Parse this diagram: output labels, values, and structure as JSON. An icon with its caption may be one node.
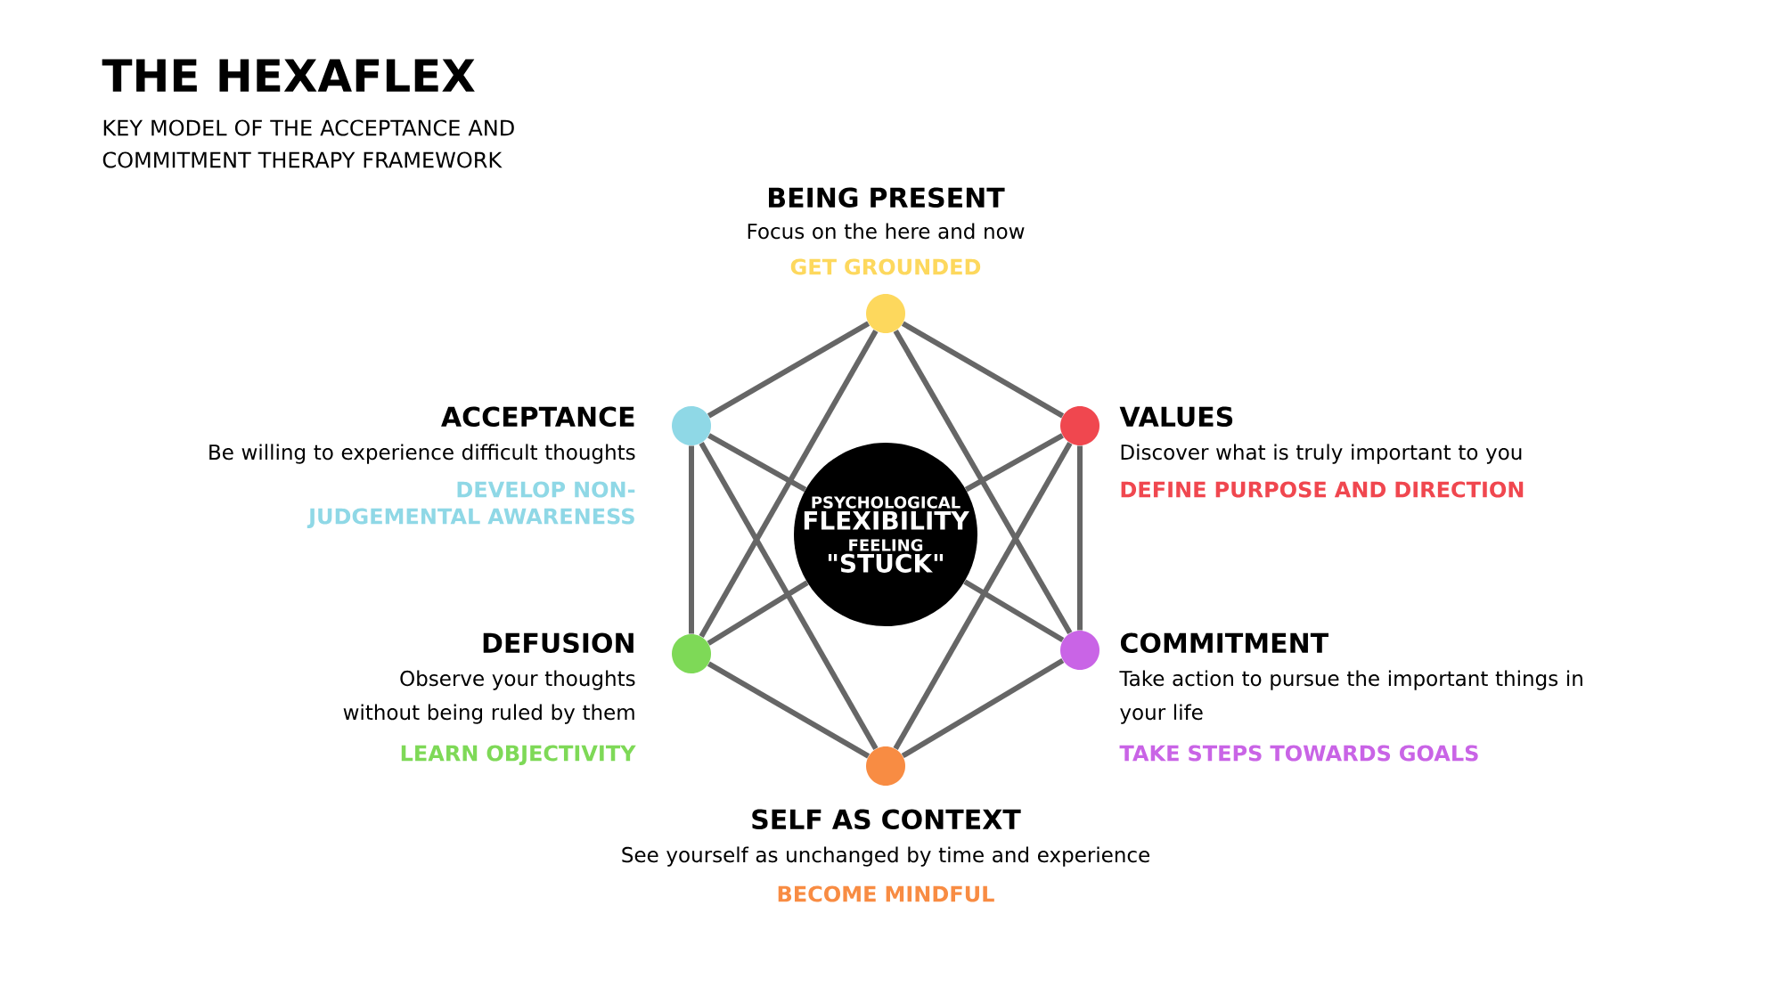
{
  "diagram": {
    "title": "THE HEXAFLEX",
    "nodes": [
      {
        "text": [],
        "shape": "circle",
        "beside": [
          "BEING PRESENT",
          "Focus on the here and now",
          "GET GROUNDED"
        ]
      },
      {
        "text": [],
        "shape": "circle",
        "beside": [
          "ACCEPTANCE",
          "Be willing to experience difficult thoughts",
          "DEVELOP NON-JUDGEMENTAL AWARENESS"
        ]
      },
      {
        "text": [],
        "shape": "circle",
        "beside": [
          "VALUES",
          "Discover what is truly important to you",
          "DEFINE PURPOSE AND DIRECTION"
        ]
      },
      {
        "text": [
          "PSYCHOLOGICAL",
          "FLEXIBILITY",
          "FEELING",
          "\"STUCK\""
        ]
      },
      {
        "text": [],
        "shape": "circle",
        "beside": [
          "DEFUSION",
          "Observe your thoughts without being ruled by them",
          "LEARN OBJECTIVITY"
        ]
      },
      {
        "text": [],
        "shape": "circle",
        "beside": [
          "COMMITMENT",
          "Take action to pursue the important things in your life",
          "TAKE STEPS TOWARDS GOALS"
        ]
      },
      {
        "text": [],
        "shape": "circle",
        "beside": [
          "SELF AS CONTEXT",
          "See yourself as unchanged by time and experience",
          "BECOME MINDFUL"
        ]
      }
    ],
    "edges": [
      {
        "from": 0,
        "to": 2,
        "arrow": "none"
      },
      {
        "from": 2,
        "to": 5,
        "arrow": "none"
      },
      {
        "from": 5,
        "to": 6,
        "arrow": "none"
      },
      {
        "from": 6,
        "to": 4,
        "arrow": "none"
      },
      {
        "from": 4,
        "to": 1,
        "arrow": "none"
      },
      {
        "from": 1,
        "to": 0,
        "arrow": "none"
      },
      {
        "from": 0,
        "to": 4,
        "arrow": "none"
      },
      {
        "from": 0,
        "to": 5,
        "arrow": "none"
      },
      {
        "from": 1,
        "to": 6,
        "arrow": "none"
      },
      {
        "from": 2,
        "to": 6,
        "arrow": "none"
      },
      {
        "from": 1,
        "to": 3,
        "arrow": "none"
      },
      {
        "from": 2,
        "to": 3,
        "arrow": "none"
      },
      {
        "from": 4,
        "to": 3,
        "arrow": "none"
      },
      {
        "from": 5,
        "to": 3,
        "arrow": "none"
      }
    ],
    "labels": [
      "KEY MODEL OF THE ACCEPTANCE AND COMMITMENT THERAPY FRAMEWORK"
    ]
  }
}
